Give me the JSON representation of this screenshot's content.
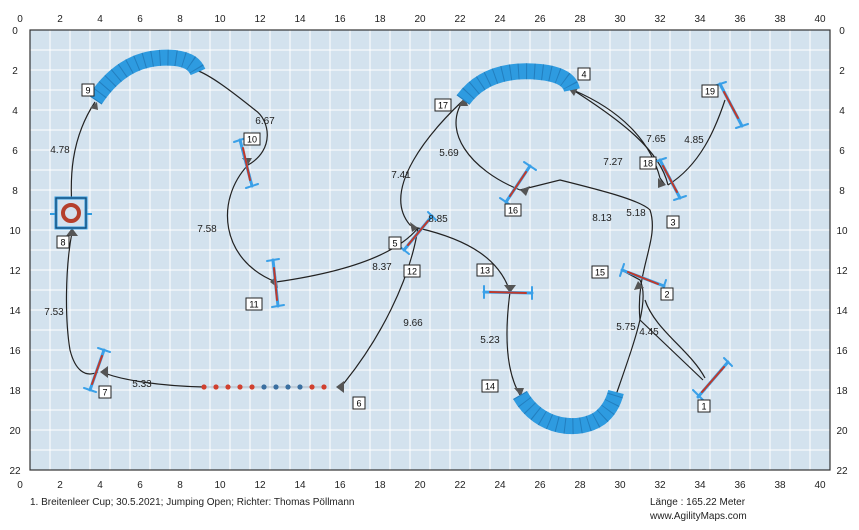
{
  "field": {
    "cols": 40,
    "rows": 22,
    "bg": "#d3e2ee",
    "grid": "#ffffff",
    "frame": "#333333"
  },
  "axis": {
    "x_ticks": [
      "0",
      "2",
      "4",
      "6",
      "8",
      "10",
      "12",
      "14",
      "16",
      "18",
      "20",
      "22",
      "24",
      "26",
      "28",
      "30",
      "32",
      "34",
      "36",
      "38",
      "40"
    ],
    "y_ticks": [
      "0",
      "2",
      "4",
      "6",
      "8",
      "10",
      "12",
      "14",
      "16",
      "18",
      "20",
      "22"
    ]
  },
  "colors": {
    "tunnel": "#2e9be0",
    "pole": "#3aa0e8",
    "rail": "#c0392b",
    "path": "#222222",
    "start_line": "#d0402f",
    "start_dots": "#3a6fa0"
  },
  "obstacles": [
    {
      "number": "1",
      "type": "jump"
    },
    {
      "number": "2",
      "type": "jump"
    },
    {
      "number": "3",
      "type": "jump"
    },
    {
      "number": "4",
      "type": "tunnel"
    },
    {
      "number": "5",
      "type": "jump"
    },
    {
      "number": "6",
      "type": "finish"
    },
    {
      "number": "7",
      "type": "jump"
    },
    {
      "number": "8",
      "type": "tyre"
    },
    {
      "number": "9",
      "type": "tunnel"
    },
    {
      "number": "10",
      "type": "jump"
    },
    {
      "number": "11",
      "type": "jump"
    },
    {
      "number": "12",
      "type": "jump"
    },
    {
      "number": "13",
      "type": "jump"
    },
    {
      "number": "14",
      "type": "tunnel"
    },
    {
      "number": "15",
      "type": "jump"
    },
    {
      "number": "16",
      "type": "jump"
    },
    {
      "number": "17",
      "type": "tunnel"
    },
    {
      "number": "18",
      "type": "jump"
    },
    {
      "number": "19",
      "type": "jump"
    }
  ],
  "distances": [
    "6.67",
    "4.78",
    "7.58",
    "8.37",
    "7.41",
    "5.69",
    "8.85",
    "9.66",
    "5.33",
    "7.53",
    "5.23",
    "5.75",
    "4.45",
    "7.27",
    "7.65",
    "4.85",
    "8.13",
    "5.18"
  ],
  "footer": {
    "event": "1. Breitenleer Cup; 30.5.2021; Jumping Open; Richter: Thomas Pöllmann",
    "length": "Länge : 165.22 Meter",
    "site": "www.AgilityMaps.com"
  }
}
